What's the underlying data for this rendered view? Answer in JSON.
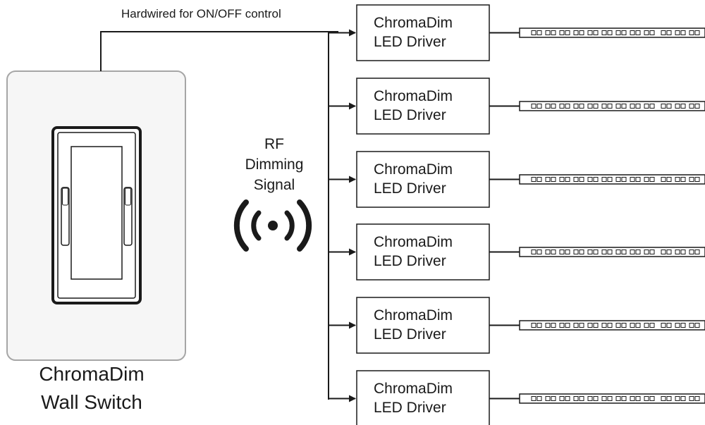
{
  "hardwired": {
    "label": "Hardwired for ON/OFF control"
  },
  "rf": {
    "line1": "RF",
    "line2": "Dimming",
    "line3": "Signal",
    "icon": "wireless-signal-icon"
  },
  "wall_switch": {
    "line1": "ChromaDim",
    "line2": "Wall Switch",
    "icon": "dimmer-switch-icon"
  },
  "drivers": [
    {
      "line1": "ChromaDim",
      "line2": "LED Driver"
    },
    {
      "line1": "ChromaDim",
      "line2": "LED Driver"
    },
    {
      "line1": "ChromaDim",
      "line2": "LED Driver"
    },
    {
      "line1": "ChromaDim",
      "line2": "LED Driver"
    },
    {
      "line1": "ChromaDim",
      "line2": "LED Driver"
    },
    {
      "line1": "ChromaDim",
      "line2": "LED Driver"
    }
  ],
  "led_strip": {
    "icon": "led-strip-icon",
    "chip_count": 27
  },
  "colors": {
    "line": "#1a1a1a",
    "switch_outline": "#9a9a9a"
  }
}
